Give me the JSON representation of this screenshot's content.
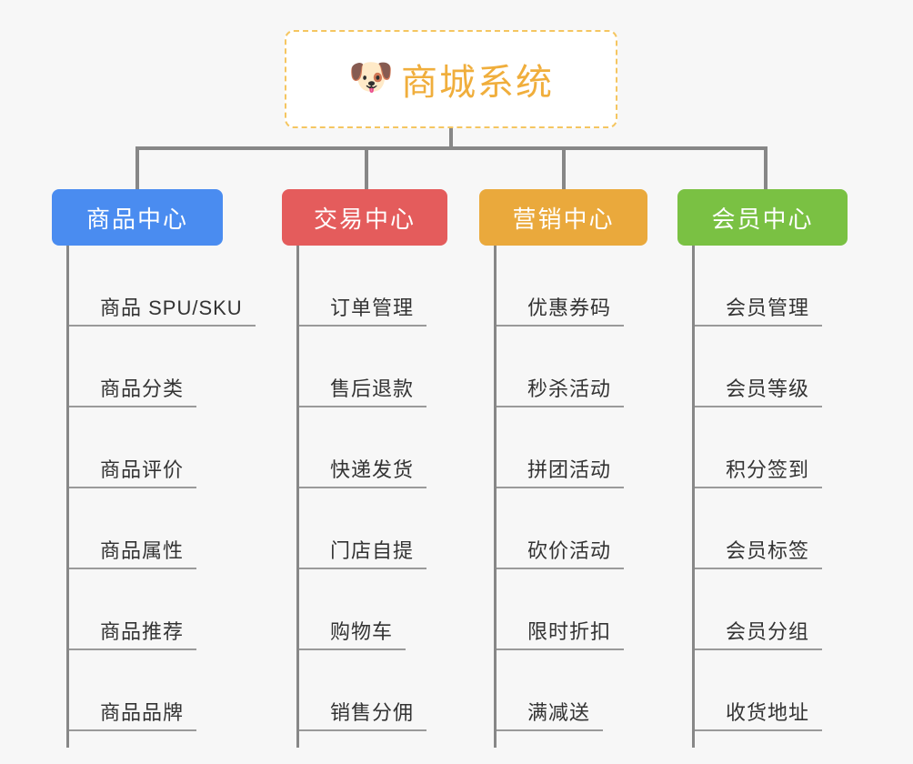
{
  "root": {
    "icon": "shiba-dog-face-icon",
    "icon_glyph": "🐶",
    "title": "商城系统",
    "title_color": "#f0ae3c",
    "border_color": "#f5c661"
  },
  "background_color": "#f7f7f7",
  "connector_color": "#878787",
  "columns": [
    {
      "id": "product-center",
      "label": "商品中心",
      "color": "#4a8cf0",
      "items": [
        "商品 SPU/SKU",
        "商品分类",
        "商品评价",
        "商品属性",
        "商品推荐",
        "商品品牌"
      ]
    },
    {
      "id": "trade-center",
      "label": "交易中心",
      "color": "#e45c5c",
      "items": [
        "订单管理",
        "售后退款",
        "快递发货",
        "门店自提",
        "购物车",
        "销售分佣"
      ]
    },
    {
      "id": "marketing-center",
      "label": "营销中心",
      "color": "#eaa93c",
      "items": [
        "优惠券码",
        "秒杀活动",
        "拼团活动",
        "砍价活动",
        "限时折扣",
        "满减送"
      ]
    },
    {
      "id": "member-center",
      "label": "会员中心",
      "color": "#7ac143",
      "items": [
        "会员管理",
        "会员等级",
        "积分签到",
        "会员标签",
        "会员分组",
        "收货地址"
      ]
    }
  ]
}
